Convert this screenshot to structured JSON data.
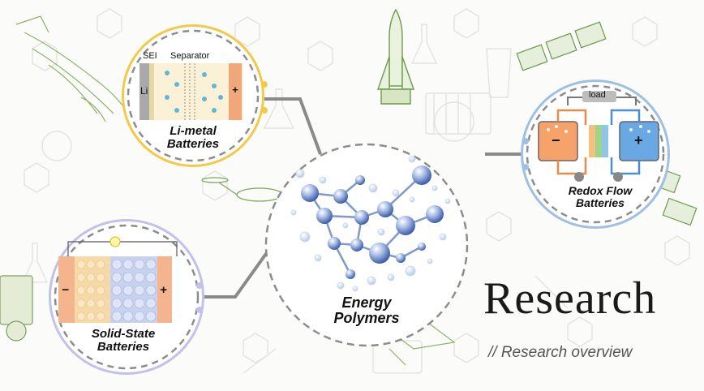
{
  "hub": {
    "line1": "Energy",
    "line2": "Polymers"
  },
  "li_metal": {
    "line1": "Li-metal",
    "line2": "Batteries",
    "sei": "SEI",
    "separator": "Separator",
    "li": "Li",
    "plus": "+",
    "color": "#f2c94c"
  },
  "solid_state": {
    "line1": "Solid-State",
    "line2": "Batteries",
    "minus": "−",
    "plus": "+",
    "color": "#b9b7e6"
  },
  "redox_flow": {
    "line1": "Redox Flow",
    "line2": "Batteries",
    "load": "load",
    "minus": "−",
    "plus": "+",
    "color": "#8fb6dd"
  },
  "heading": {
    "title": "Research",
    "subtitle": "// Research overview"
  }
}
